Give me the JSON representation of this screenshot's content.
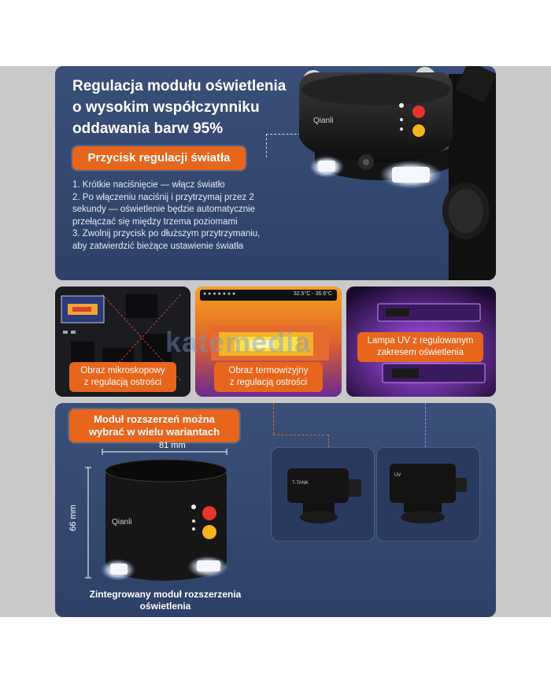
{
  "top": {
    "headline": "Regulacja modułu oświetlenia\no wysokim współczynniku\noddawania barw 95%",
    "button_title": "Przycisk regulacji światła",
    "instructions": [
      "1. Krótkie naciśnięcie — włącz światło",
      "2. Po włączeniu naciśnij i przytrzymaj przez 2 sekundy — oświetlenie będzie automatycznie przełączać się między trzema poziomami",
      "3. Zwolnij przycisk po dłuższym przytrzymaniu, aby zatwierdzić bieżące ustawienie światła"
    ],
    "brand": "Qianli"
  },
  "middle": {
    "microscope_label": "Obraz mikroskopowy\nz regulacją ostrości",
    "thermal_label": "Obraz termowizyjny\nz regulacją ostrości",
    "uv_label": "Lampa UV z regulowanym\nzakresem oświetlenia",
    "thermal_range": "32.5°C - 36.6°C"
  },
  "bottom": {
    "title": "Moduł rozszerzeń można\nwybrać w wielu wariantach",
    "width_dim": "81 mm",
    "height_dim": "66 mm",
    "caption": "Zintegrowany moduł rozszerzenia\noświetlenia",
    "brand": "Qianli"
  },
  "watermark": "katemedia",
  "colors": {
    "accent": "#e8651c",
    "panel": "#33476e",
    "red_button": "#e8342a",
    "yellow_button": "#f3b51c"
  }
}
